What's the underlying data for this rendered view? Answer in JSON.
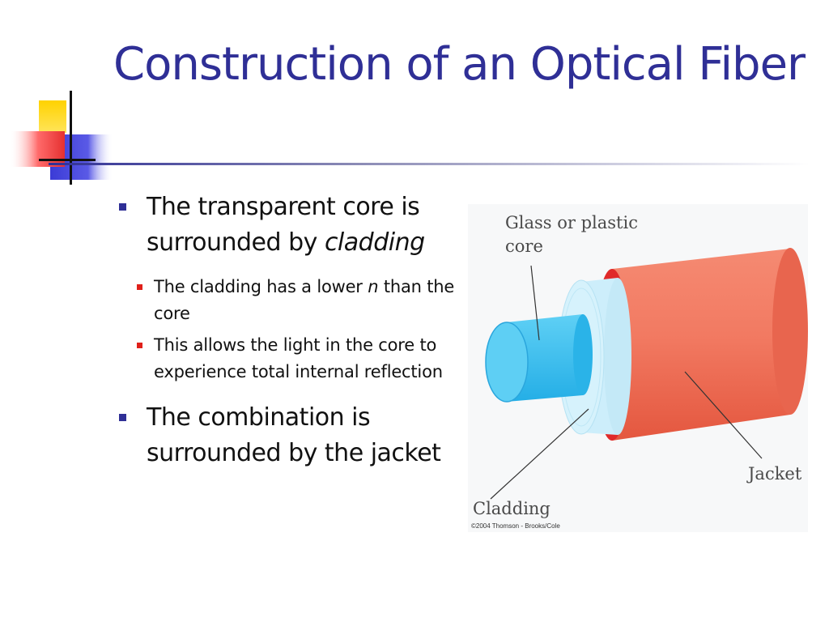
{
  "title": "Construction of an Optical Fiber",
  "bullets": {
    "b1": {
      "prefix": "The transparent core is surrounded by",
      "emph": "cladding",
      "subs": {
        "s1": {
          "prefix": "The cladding has a lower",
          "emph": "n",
          "suffix": "than the core"
        },
        "s2": {
          "text": "This allows the light in the core to experience total internal reflection"
        }
      }
    },
    "b2": {
      "text": "The combination is surrounded by the jacket"
    }
  },
  "figure": {
    "label_core_line1": "Glass or plastic",
    "label_core_line2": "core",
    "label_cladding": "Cladding",
    "label_jacket": "Jacket",
    "copyright": "©2004 Thomson - Brooks/Cole"
  },
  "colors": {
    "title": "#2f2f96",
    "bullet_l1": "#2f2f96",
    "bullet_l2": "#e0201a",
    "core": "#3ec1f0",
    "cladding": "#cdeefb",
    "jacket": "#ef6a55",
    "jacket_rim": "#e02a2a"
  }
}
